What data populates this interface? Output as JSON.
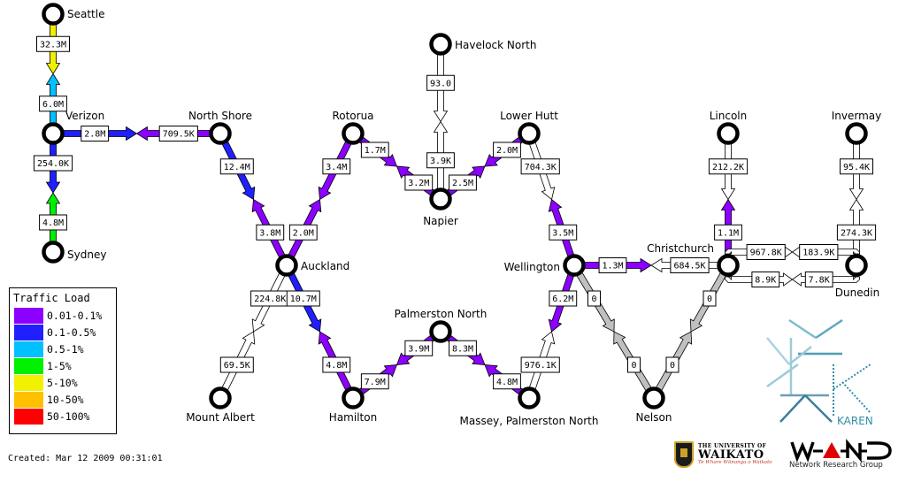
{
  "legend": {
    "title": "Traffic Load",
    "items": [
      {
        "label": "0.01-0.1%",
        "color": "#8c00ff"
      },
      {
        "label": "0.1-0.5%",
        "color": "#2020ff"
      },
      {
        "label": "0.5-1%",
        "color": "#00c0ff"
      },
      {
        "label": "1-5%",
        "color": "#00f000"
      },
      {
        "label": "5-10%",
        "color": "#f0f000"
      },
      {
        "label": "10-50%",
        "color": "#ffc000"
      },
      {
        "label": "50-100%",
        "color": "#ff0000"
      }
    ]
  },
  "status_colors": {
    "zero": "#c0c0c0",
    "below_threshold": "#ffffff"
  },
  "created": "Created: Mar 12 2009 00:31:01",
  "nodes": [
    {
      "id": "seattle",
      "label": "Seattle"
    },
    {
      "id": "verizon",
      "label": "Verizon"
    },
    {
      "id": "sydney",
      "label": "Sydney"
    },
    {
      "id": "northshore",
      "label": "North Shore"
    },
    {
      "id": "rotorua",
      "label": "Rotorua"
    },
    {
      "id": "havelock",
      "label": "Havelock North"
    },
    {
      "id": "napier",
      "label": "Napier"
    },
    {
      "id": "lowerhutt",
      "label": "Lower Hutt"
    },
    {
      "id": "lincoln",
      "label": "Lincoln"
    },
    {
      "id": "invermay",
      "label": "Invermay"
    },
    {
      "id": "auckland",
      "label": "Auckland"
    },
    {
      "id": "wellington",
      "label": "Wellington"
    },
    {
      "id": "christchurch",
      "label": "Christchurch"
    },
    {
      "id": "dunedin",
      "label": "Dunedin"
    },
    {
      "id": "palmerston",
      "label": "Palmerston North"
    },
    {
      "id": "mountalbert",
      "label": "Mount Albert"
    },
    {
      "id": "hamilton",
      "label": "Hamilton"
    },
    {
      "id": "massey",
      "label": "Massey, Palmerston North"
    },
    {
      "id": "nelson",
      "label": "Nelson"
    }
  ],
  "links": [
    {
      "from": "seattle",
      "to": "verizon",
      "out": {
        "value": "32.3M",
        "level": 4
      },
      "in": {
        "value": "6.0M",
        "level": 2
      }
    },
    {
      "from": "verizon",
      "to": "sydney",
      "out": {
        "value": "254.0K",
        "level": 1
      },
      "in": {
        "value": "4.8M",
        "level": 3
      }
    },
    {
      "from": "verizon",
      "to": "northshore",
      "out": {
        "value": "2.8M",
        "level": 1
      },
      "in": {
        "value": "709.5K",
        "level": 0
      }
    },
    {
      "from": "northshore",
      "to": "auckland",
      "out": {
        "value": "12.4M",
        "level": 1
      },
      "in": {
        "value": "3.8M",
        "level": 0
      }
    },
    {
      "from": "rotorua",
      "to": "auckland",
      "out": {
        "value": "3.4M",
        "level": 0
      },
      "in": {
        "value": "2.0M",
        "level": 0
      }
    },
    {
      "from": "rotorua",
      "to": "napier",
      "out": {
        "value": "1.7M",
        "level": 0
      },
      "in": {
        "value": "3.2M",
        "level": 0
      }
    },
    {
      "from": "havelock",
      "to": "napier",
      "out": {
        "value": "93.0",
        "level": -1
      },
      "in": {
        "value": "3.9K",
        "level": -1
      }
    },
    {
      "from": "napier",
      "to": "lowerhutt",
      "out": {
        "value": "2.5M",
        "level": 0
      },
      "in": {
        "value": "2.0M",
        "level": 0
      }
    },
    {
      "from": "lowerhutt",
      "to": "wellington",
      "out": {
        "value": "704.3K",
        "level": -1
      },
      "in": {
        "value": "3.5M",
        "level": 0
      }
    },
    {
      "from": "auckland",
      "to": "mountalbert",
      "out": {
        "value": "224.8K",
        "level": -1
      },
      "in": {
        "value": "69.5K",
        "level": -1
      }
    },
    {
      "from": "auckland",
      "to": "hamilton",
      "out": {
        "value": "10.7M",
        "level": 1
      },
      "in": {
        "value": "4.8M",
        "level": 0
      }
    },
    {
      "from": "hamilton",
      "to": "palmerston",
      "out": {
        "value": "7.9M",
        "level": 0
      },
      "in": {
        "value": "3.9M",
        "level": 0
      }
    },
    {
      "from": "palmerston",
      "to": "massey",
      "out": {
        "value": "8.3M",
        "level": 0
      },
      "in": {
        "value": "4.8M",
        "level": 0
      }
    },
    {
      "from": "wellington",
      "to": "massey",
      "out": {
        "value": "6.2M",
        "level": 0
      },
      "in": {
        "value": "976.1K",
        "level": -1
      }
    },
    {
      "from": "wellington",
      "to": "christchurch",
      "out": {
        "value": "1.3M",
        "level": 0
      },
      "in": {
        "value": "684.5K",
        "level": -1
      }
    },
    {
      "from": "wellington",
      "to": "nelson",
      "out": {
        "value": "0",
        "level": -2
      },
      "in": {
        "value": "0",
        "level": -2
      }
    },
    {
      "from": "christchurch",
      "to": "nelson",
      "out": {
        "value": "0",
        "level": -2
      },
      "in": {
        "value": "0",
        "level": -2
      }
    },
    {
      "from": "lincoln",
      "to": "christchurch",
      "out": {
        "value": "212.2K",
        "level": -1
      },
      "in": {
        "value": "1.1M",
        "level": 0
      }
    },
    {
      "from": "invermay",
      "to": "dunedin",
      "out": {
        "value": "95.4K",
        "level": -1
      },
      "in": {
        "value": "274.3K",
        "level": -1
      }
    },
    {
      "from": "christchurch",
      "to": "dunedin",
      "variant": "upper",
      "out": {
        "value": "967.8K",
        "level": -1
      },
      "in": {
        "value": "183.9K",
        "level": -1
      }
    },
    {
      "from": "christchurch",
      "to": "dunedin",
      "variant": "lower",
      "out": {
        "value": "8.9K",
        "level": -1
      },
      "in": {
        "value": "7.8K",
        "level": -1
      }
    }
  ],
  "logos": {
    "karen": "KAREN",
    "waikato_top": "THE UNIVERSITY OF",
    "waikato_name": "WAIKATO",
    "waikato_maori": "Te Whare Wānanga o Waikato",
    "wand_sub": "Network Research Group"
  }
}
